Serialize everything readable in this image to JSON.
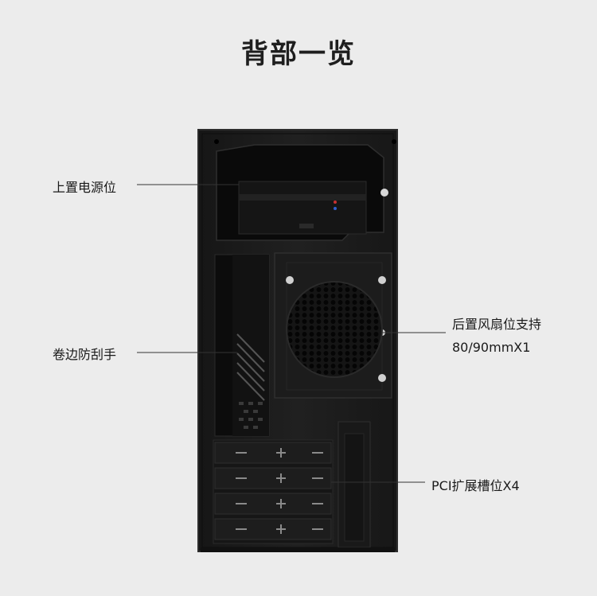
{
  "title": "背部一览",
  "callouts": {
    "psu": "上置电源位",
    "edge": "卷边防刮手",
    "fan_line1": "后置风扇位支持",
    "fan_line2": "80/90mmX1",
    "pci": "PCI扩展槽位X4"
  },
  "colors": {
    "background": "#ececec",
    "case_body": "#1b1b1b",
    "case_edge": "#2a2a2a",
    "leader_line": "#333333",
    "text": "#1a1a1a"
  }
}
